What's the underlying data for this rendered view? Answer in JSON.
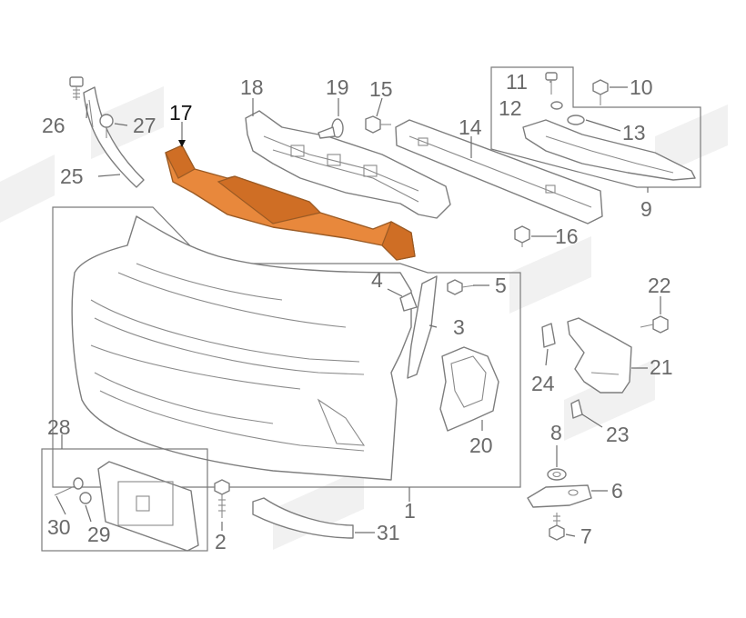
{
  "colors": {
    "highlight": "#e8883c",
    "line": "#7d7d7d",
    "label": "#6a6a6a",
    "label_highlight": "#111111"
  },
  "labels": {
    "p1": "1",
    "p2": "2",
    "p3": "3",
    "p4": "4",
    "p5": "5",
    "p6": "6",
    "p7": "7",
    "p8": "8",
    "p9": "9",
    "p10": "10",
    "p11": "11",
    "p12": "12",
    "p13": "13",
    "p14": "14",
    "p15": "15",
    "p16": "16",
    "p17": "17",
    "p18": "18",
    "p19": "19",
    "p20": "20",
    "p21": "21",
    "p22": "22",
    "p23": "23",
    "p24": "24",
    "p25": "25",
    "p26": "26",
    "p27": "27",
    "p28": "28",
    "p29": "29",
    "p30": "30",
    "p31": "31"
  },
  "highlighted_part": "17"
}
